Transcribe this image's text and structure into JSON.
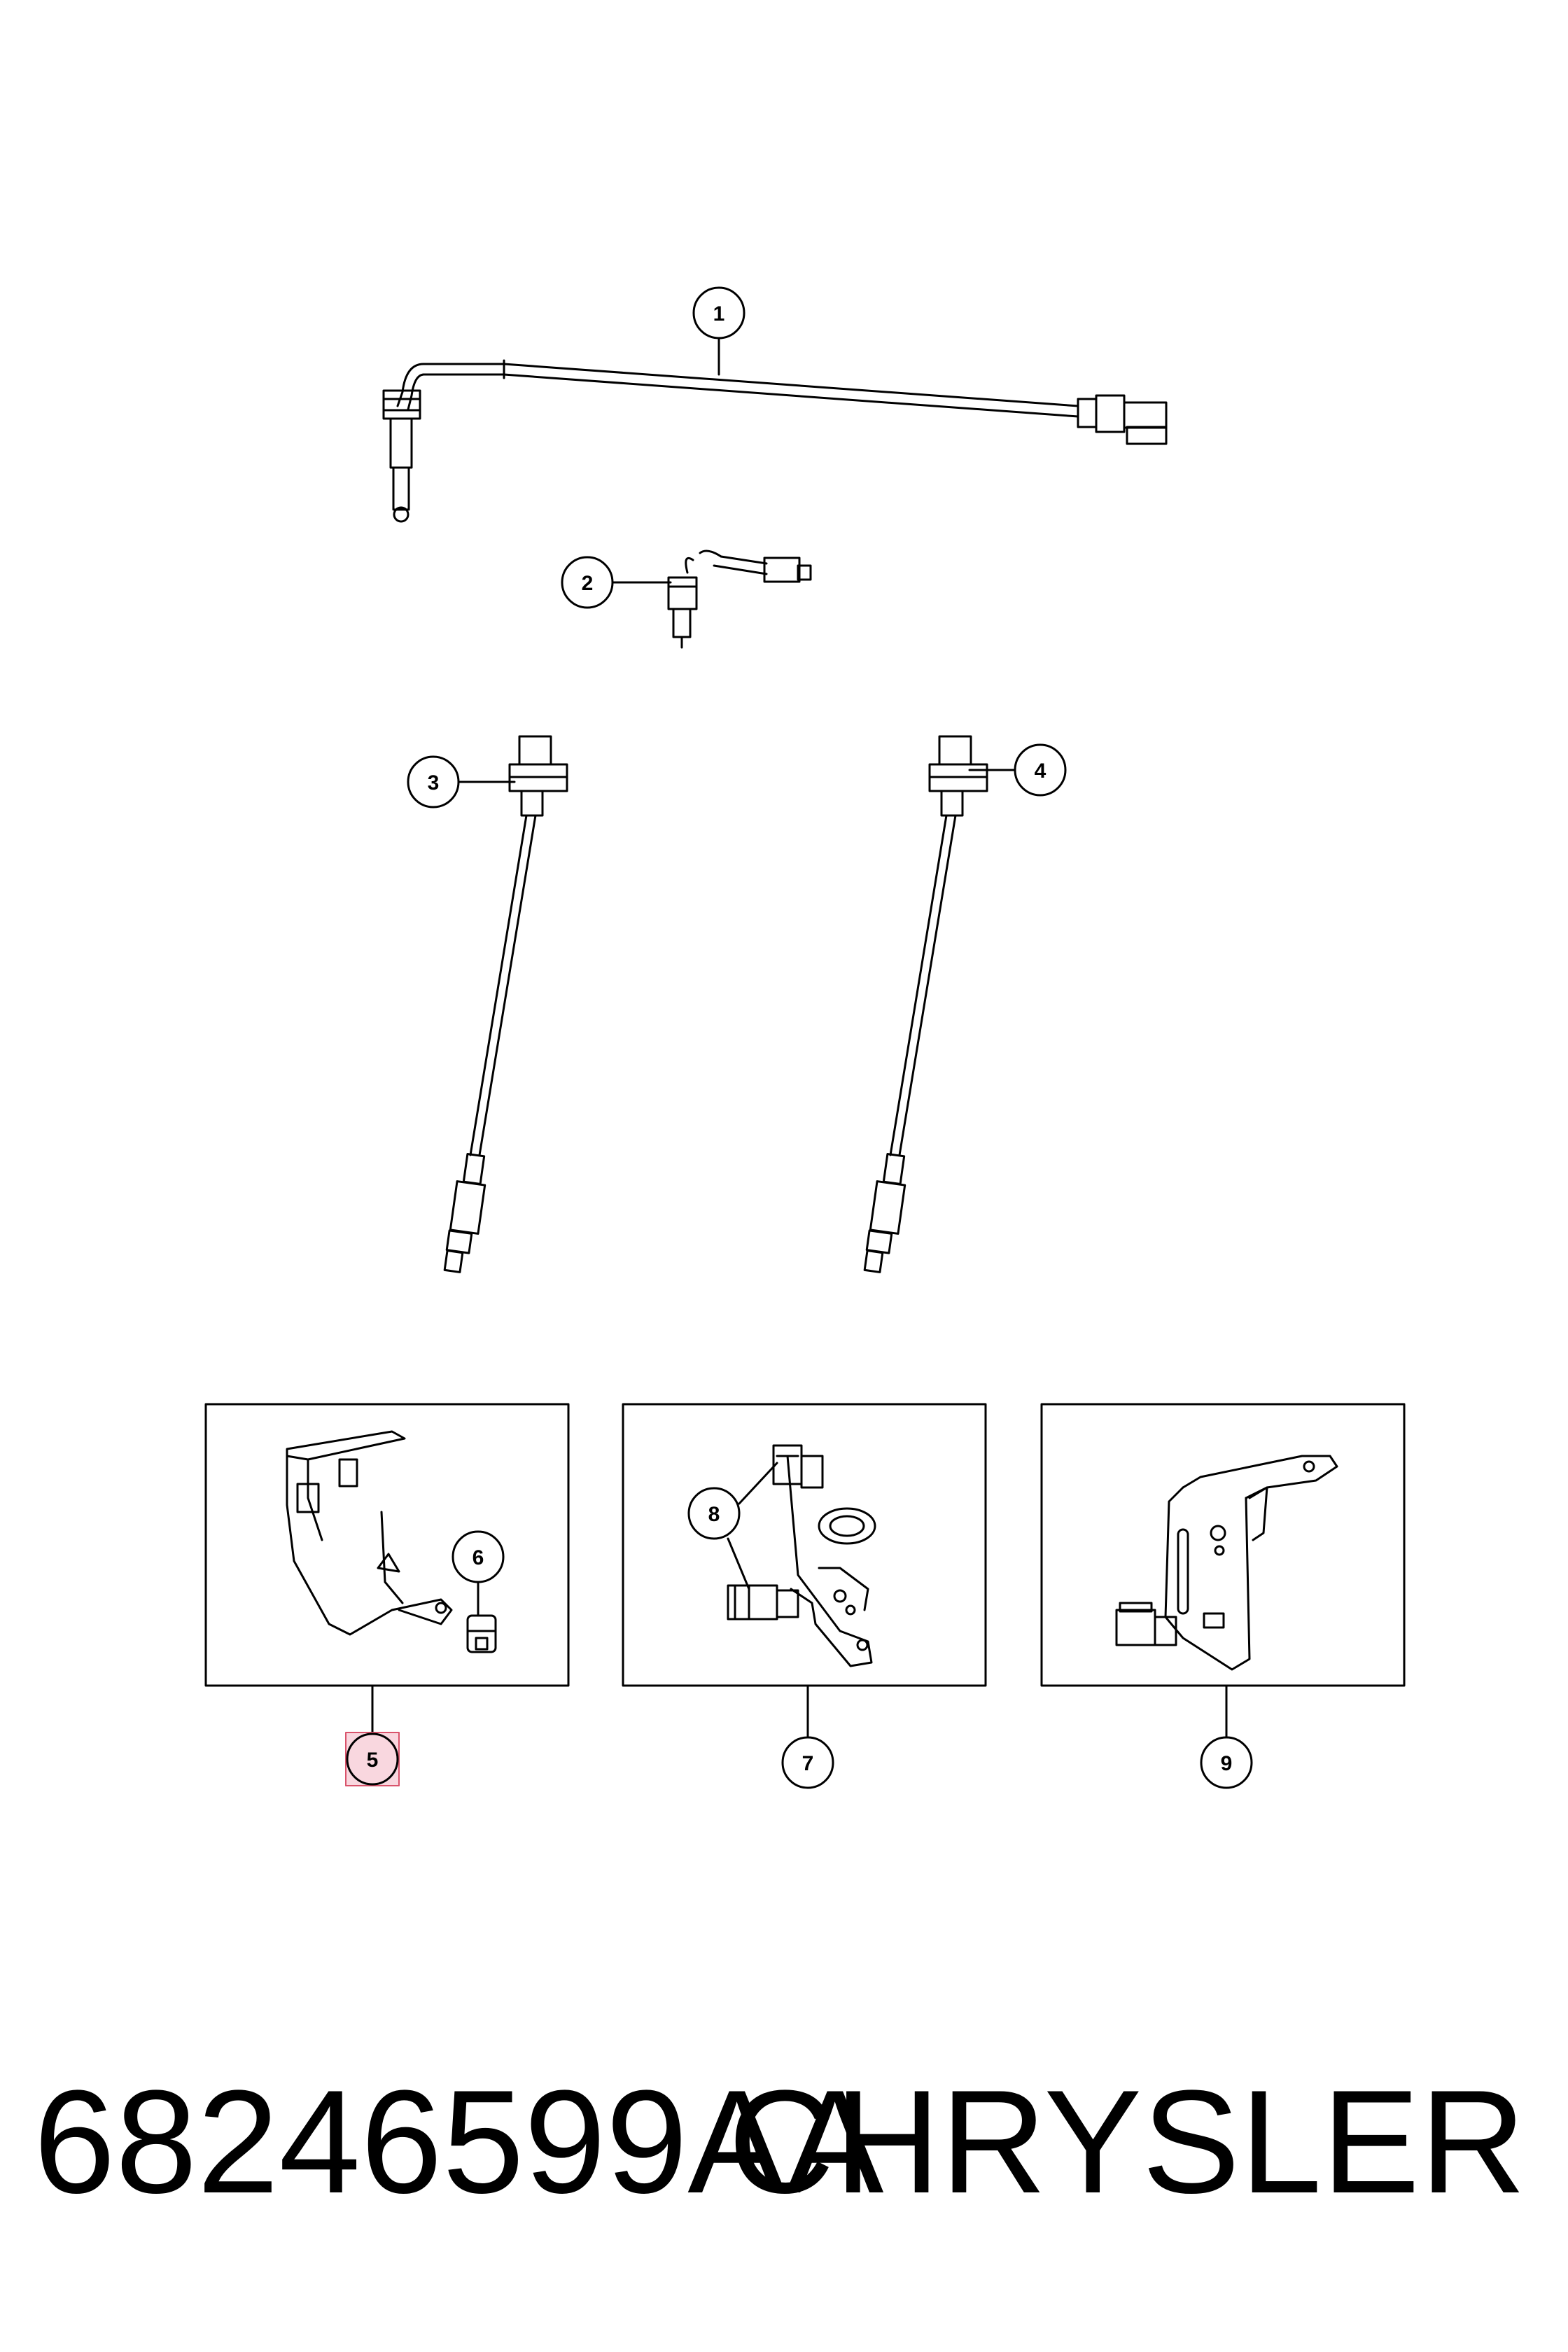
{
  "callouts": {
    "c1": "1",
    "c2": "2",
    "c3": "3",
    "c4": "4",
    "c5": "5",
    "c6": "6",
    "c7": "7",
    "c8": "8",
    "c9": "9"
  },
  "highlighted_callout": "5",
  "footer": {
    "part_number": "68246599AA",
    "brand": "CHRYSLER"
  },
  "colors": {
    "line": "#000000",
    "highlight_fill": "#f9d7df",
    "highlight_stroke": "#d9536b"
  }
}
